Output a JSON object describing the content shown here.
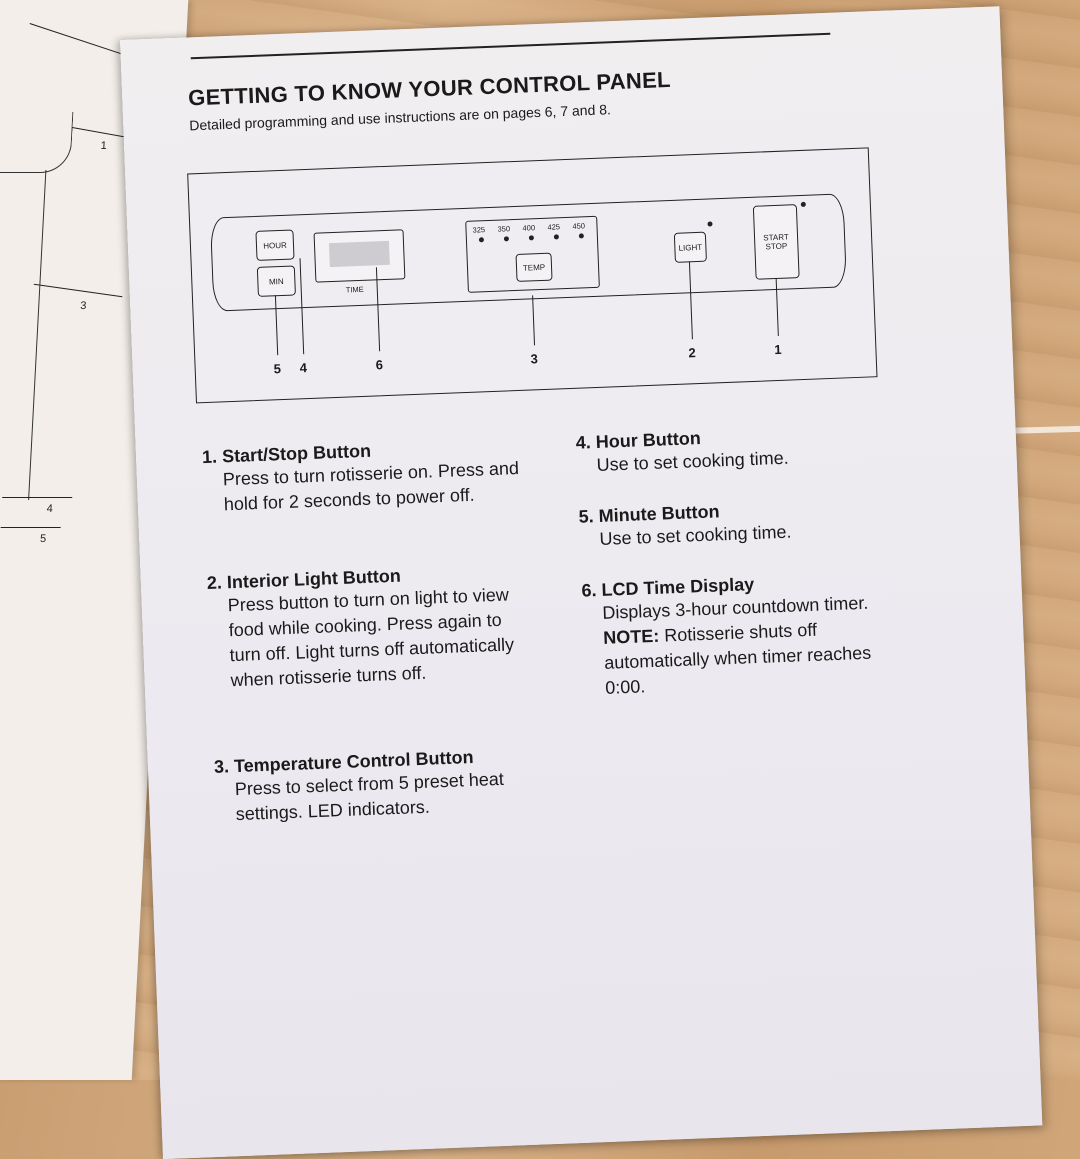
{
  "page": {
    "title": "GETTING TO KNOW YOUR CONTROL PANEL",
    "subtitle": "Detailed programming and use instructions are on pages 6, 7 and 8."
  },
  "left_page": {
    "callouts": [
      "1",
      "3",
      "4",
      "5"
    ]
  },
  "diagram": {
    "hour_label": "HOUR",
    "min_label": "MIN",
    "time_label": "TIME",
    "temps": [
      "325",
      "350",
      "400",
      "425",
      "450"
    ],
    "temp_label": "TEMP",
    "light_label": "LIGHT",
    "start_label": "START",
    "stop_label": "STOP",
    "callout_numbers": {
      "c5": "5",
      "c4": "4",
      "c6": "6",
      "c3": "3",
      "c2": "2",
      "c1": "1"
    }
  },
  "items": [
    {
      "number": "1.",
      "title": "Start/Stop Button",
      "body": "Press to turn rotisserie on. Press and hold for 2 seconds to power off."
    },
    {
      "number": "2.",
      "title": "Interior Light Button",
      "body": "Press button to turn on light to view food while cooking. Press again to turn off. Light turns off automatically when rotisserie turns off."
    },
    {
      "number": "3.",
      "title": "Temperature Control Button",
      "body": "Press to select from 5 preset heat settings. LED indicators."
    },
    {
      "number": "4.",
      "title": "Hour Button",
      "body": "Use to set cooking time."
    },
    {
      "number": "5.",
      "title": "Minute Button",
      "body": "Use to set cooking time."
    },
    {
      "number": "6.",
      "title": "LCD Time Display",
      "body": "Displays 3-hour countdown timer.",
      "note_label": "NOTE:",
      "note_text": "Rotisserie shuts off automatically when timer reaches 0:00."
    }
  ]
}
